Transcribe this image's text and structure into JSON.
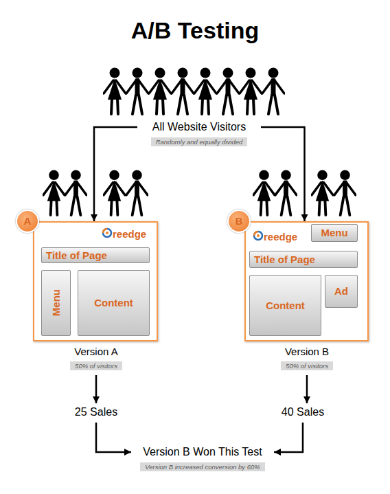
{
  "diagram": {
    "title": "A/B Testing",
    "nodes": [
      {
        "text": [
          "All Website Visitors",
          "Randomly and equally divided"
        ]
      },
      {
        "text": [
          "reedge"
        ]
      },
      {
        "text": [
          "A"
        ],
        "in": 1
      },
      {
        "text": [
          "Title of Page"
        ],
        "in": 1
      },
      {
        "text": [
          "Menu"
        ],
        "in": 1
      },
      {
        "text": [
          "Content"
        ],
        "in": 1
      },
      {
        "text": [
          "reedge"
        ]
      },
      {
        "text": [
          "B"
        ],
        "in": 6
      },
      {
        "text": [
          "Menu"
        ],
        "in": 6
      },
      {
        "text": [
          "Title of Page"
        ],
        "in": 6
      },
      {
        "text": [
          "Content"
        ],
        "in": 6
      },
      {
        "text": [
          "Ad"
        ],
        "in": 6
      },
      {
        "text": [
          "Version A",
          "50% of visitors"
        ]
      },
      {
        "text": [
          "Version B",
          "50% of visitors"
        ]
      },
      {
        "text": [
          "25 Sales"
        ]
      },
      {
        "text": [
          "40 Sales"
        ]
      },
      {
        "text": [
          "Version B Won This Test",
          "Version B increased conversion by 60%"
        ]
      }
    ],
    "edges": [
      {
        "from": 0,
        "to": 1,
        "arrow": "to"
      },
      {
        "from": 0,
        "to": 6,
        "arrow": "to"
      },
      {
        "from": 12,
        "to": 14,
        "arrow": "to"
      },
      {
        "from": 13,
        "to": 15,
        "arrow": "to"
      },
      {
        "from": 14,
        "to": 16,
        "arrow": "to"
      },
      {
        "from": 15,
        "to": 16,
        "arrow": "to"
      }
    ]
  }
}
